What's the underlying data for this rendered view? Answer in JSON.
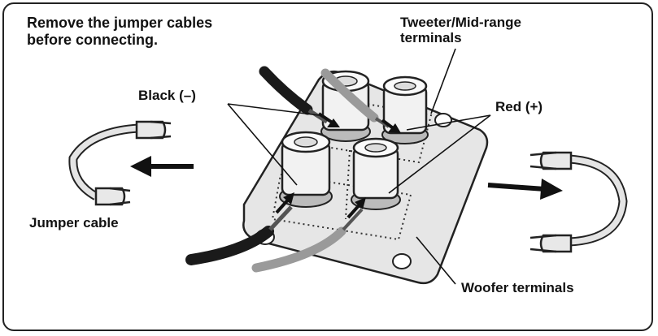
{
  "instruction": {
    "line1": "Remove the jumper cables",
    "line2": "before connecting."
  },
  "labels": {
    "tweeter_line1": "Tweeter/Mid-range",
    "tweeter_line2": "terminals",
    "black": "Black (–)",
    "red": "Red (+)",
    "jumper": "Jumper cable",
    "woofer": "Woofer terminals"
  },
  "colors": {
    "ink": "#111111",
    "plate": "#e6e6e6",
    "cable_dark": "#1a1a1a",
    "cable_gray": "#9a9a9a"
  }
}
